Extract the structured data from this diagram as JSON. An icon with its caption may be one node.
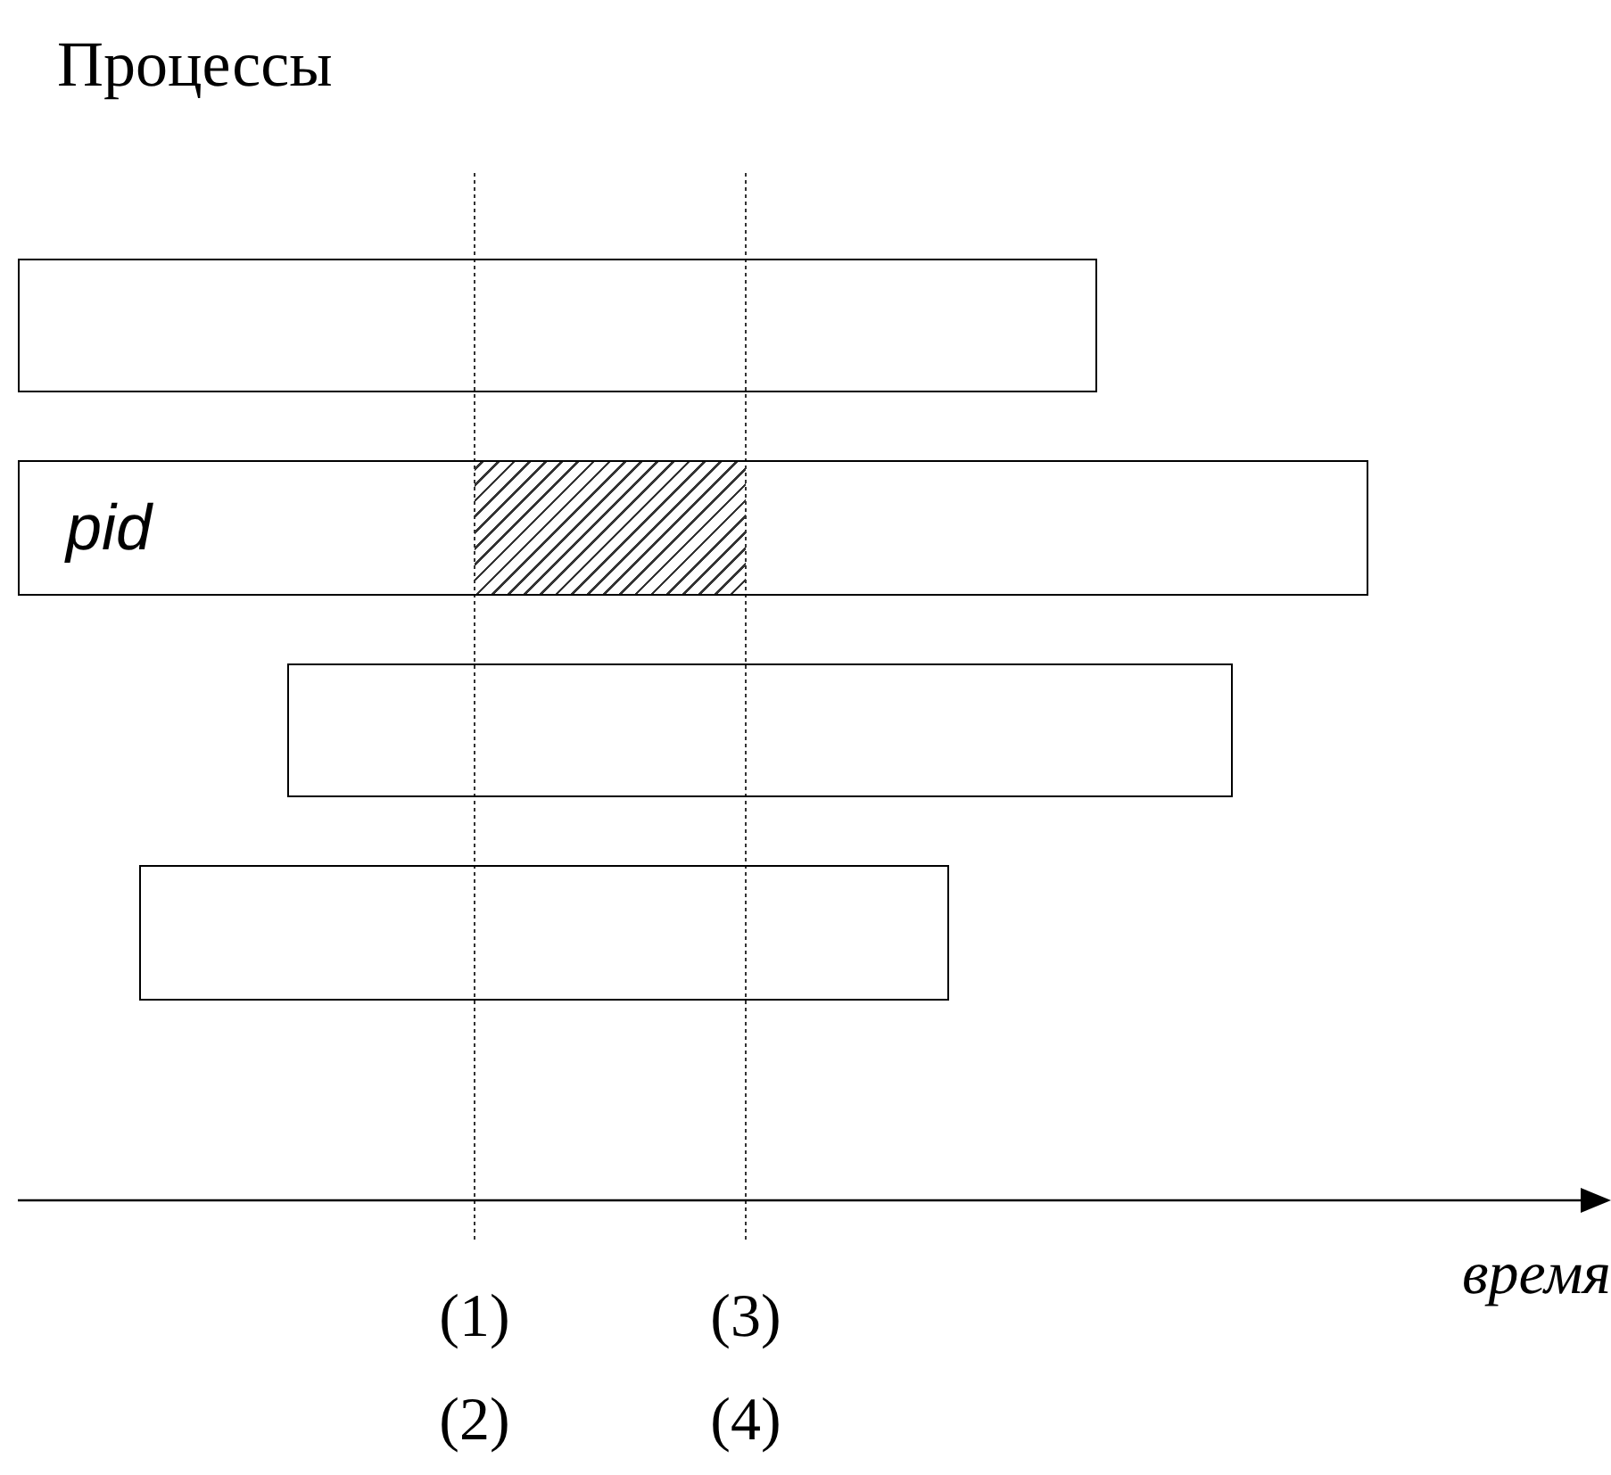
{
  "diagram": {
    "title": "Процессы",
    "nodes": [
      {
        "text": [],
        "shape": "bar"
      },
      {
        "text": [
          "pid"
        ]
      },
      {
        "text": [],
        "shape": "hatched",
        "in": 1
      },
      {
        "text": [],
        "shape": "bar"
      },
      {
        "text": [],
        "shape": "bar"
      }
    ],
    "labels": [
      "время",
      "(1)",
      "(3)",
      "(2)",
      "(4)"
    ]
  }
}
